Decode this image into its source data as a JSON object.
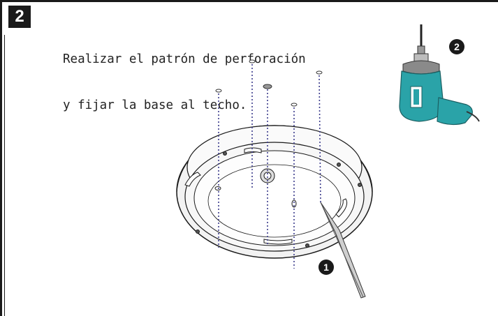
{
  "step": {
    "number": "2"
  },
  "instruction": {
    "line1": "Realizar el patrón de perforación",
    "line2": "y fijar la base al techo."
  },
  "callouts": {
    "pencil": "1",
    "drill": "2"
  },
  "colors": {
    "drill_body": "#2aa3a8",
    "ink": "#1a1a1a",
    "guide_lines": "#3b3b8c"
  },
  "icons": [
    "drill-icon",
    "pencil-icon",
    "ceiling-base-icon"
  ]
}
